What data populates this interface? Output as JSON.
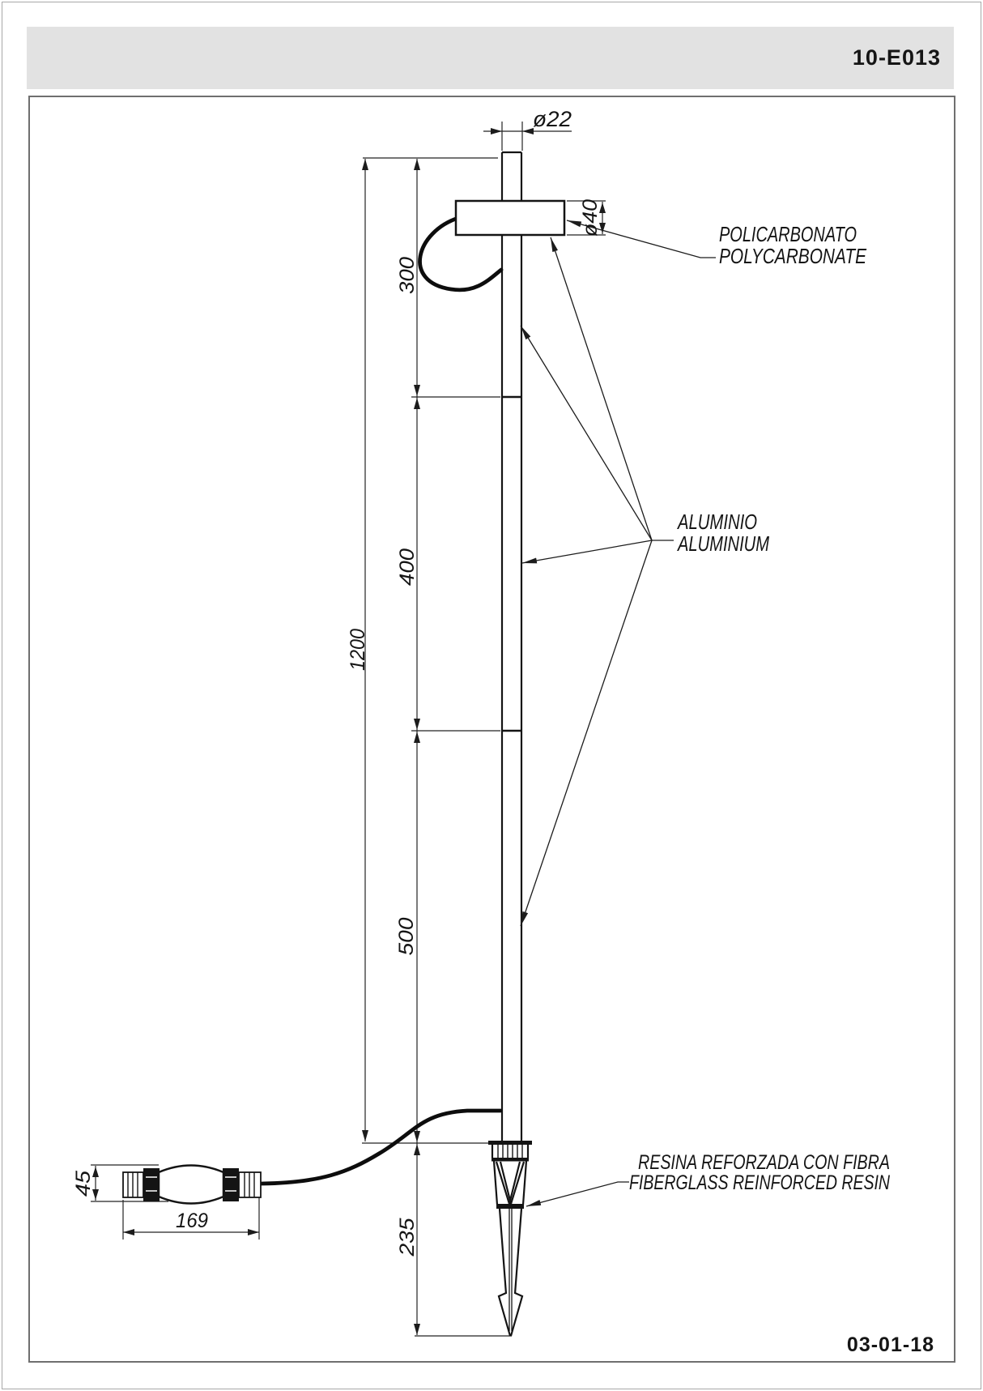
{
  "header": {
    "doc_number": "10-E013"
  },
  "footer": {
    "revision_date": "03-01-18"
  },
  "drawing": {
    "dimensions": {
      "top_tube_diameter": "ø22",
      "head_diameter": "ø40",
      "upper_segment": "300",
      "middle_segment": "400",
      "lower_segment": "500",
      "overall_pole": "1200",
      "ground_spike": "235",
      "connector_height": "45",
      "connector_length": "169"
    },
    "materials": {
      "head_es": "POLICARBONATO",
      "head_en": "POLYCARBONATE",
      "pole_es": "ALUMINIO",
      "pole_en": "ALUMINIUM",
      "spike_es": "RESINA REFORZADA CON FIBRA",
      "spike_en": "FIBERGLASS REINFORCED RESIN"
    }
  }
}
